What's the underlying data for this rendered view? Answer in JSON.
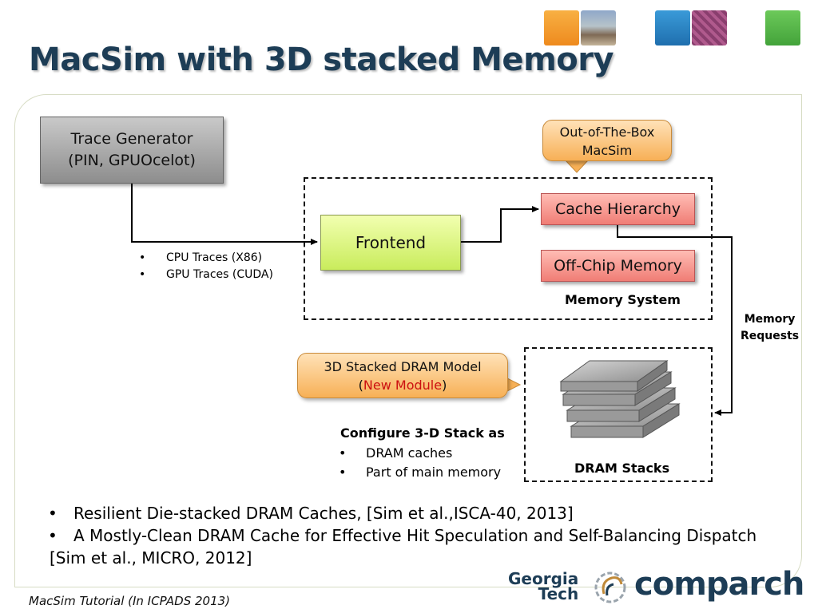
{
  "slide": {
    "title": "MacSim with 3D stacked Memory",
    "footer": "MacSim Tutorial (In ICPADS 2013)"
  },
  "diagram": {
    "trace_generator": {
      "line1": "Trace Generator",
      "line2": "(PIN, GPUOcelot)"
    },
    "trace_types": [
      "CPU Traces (X86)",
      "GPU Traces (CUDA)"
    ],
    "frontend": "Frontend",
    "callout_macsim": {
      "line1": "Out-of-The-Box",
      "line2": "MacSim"
    },
    "cache_hierarchy": "Cache Hierarchy",
    "offchip_memory": "Off-Chip Memory",
    "memory_system": "Memory System",
    "memory_requests": {
      "line1": "Memory",
      "line2": "Requests"
    },
    "callout_dram": {
      "line1": "3D Stacked DRAM Model",
      "open_paren": "(",
      "highlight": "New Module",
      "close_paren": ")"
    },
    "configure": {
      "heading": "Configure 3-D Stack as",
      "options": [
        "DRAM caches",
        "Part of main memory"
      ]
    },
    "dram_stacks": "DRAM Stacks"
  },
  "references": {
    "items": [
      "Resilient Die-stacked DRAM Caches, [Sim et al.,ISCA-40, 2013]",
      "A Mostly-Clean DRAM Cache for Effective Hit Speculation and Self-Balancing Dispatch"
    ],
    "continuation": "[Sim et al., MICRO, 2012]"
  },
  "logos": {
    "georgia_tech": {
      "line1": "Georgia",
      "line2": "Tech"
    },
    "comparch": "comparch"
  },
  "colors": {
    "title": "#1d3d56",
    "highlight_red": "#cc1111",
    "tile_orange": "#f39a2b",
    "tile_blue": "#2f86c8",
    "tile_purple": "#8a3e6e",
    "tile_green": "#5bb84a"
  }
}
